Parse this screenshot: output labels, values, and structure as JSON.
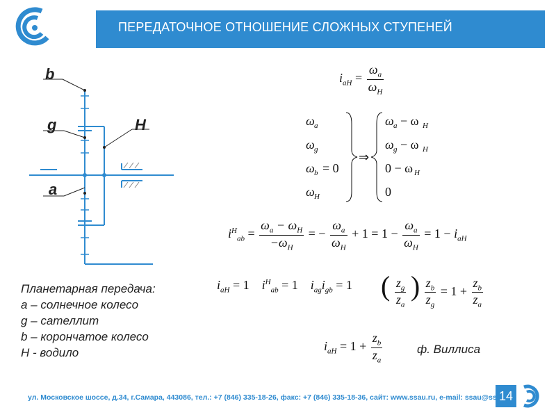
{
  "slide": {
    "title": "ПЕРЕДАТОЧНОЕ ОТНОШЕНИЕ СЛОЖНЫХ СТУПЕНЕЙ",
    "page_number": "14",
    "footer": "ул. Московское шоссе, д.34, г.Самара, 443086, тел.: +7 (846) 335-18-26, факс: +7 (846) 335-18-36, сайт: www.ssau.ru, e-mail: ssau@ssau.ru"
  },
  "diagram": {
    "labels": {
      "b": "b",
      "g": "g",
      "H": "H",
      "a": "a"
    },
    "line_color": "#2f8bd0"
  },
  "legend": {
    "heading": "Планетарная передача:",
    "items": [
      "a – солнечное колесо",
      "g – сателлит",
      "b – корончатое колесо",
      "H - водило"
    ]
  },
  "formulas": {
    "willis_label": "ф. Виллиса"
  },
  "colors": {
    "accent": "#2f8bd0"
  }
}
